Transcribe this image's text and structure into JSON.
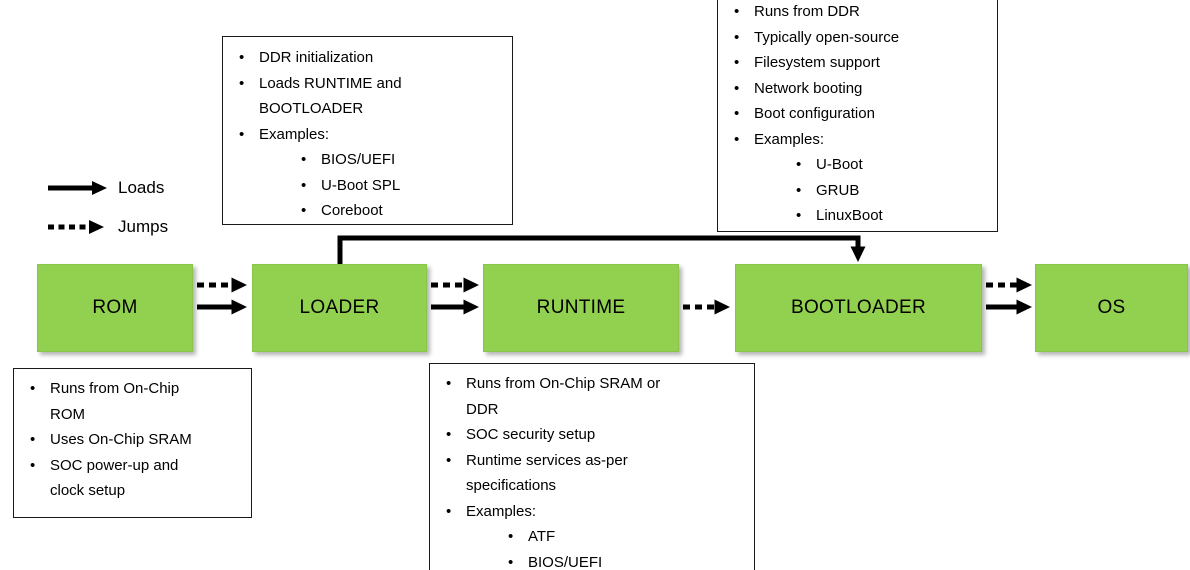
{
  "legend": {
    "loads_label": "Loads",
    "jumps_label": "Jumps"
  },
  "nodes": {
    "rom": "ROM",
    "loader": "LOADER",
    "runtime": "RUNTIME",
    "bootloader": "BOOTLOADER",
    "os": "OS"
  },
  "edges": [
    {
      "from": "ROM",
      "to": "LOADER",
      "types": [
        "Jumps",
        "Loads"
      ]
    },
    {
      "from": "LOADER",
      "to": "RUNTIME",
      "types": [
        "Jumps",
        "Loads"
      ]
    },
    {
      "from": "RUNTIME",
      "to": "BOOTLOADER",
      "types": [
        "Jumps"
      ]
    },
    {
      "from": "BOOTLOADER",
      "to": "OS",
      "types": [
        "Jumps",
        "Loads"
      ]
    },
    {
      "from": "LOADER",
      "to": "BOOTLOADER",
      "types": [
        "Loads"
      ],
      "route": "over-the-top"
    }
  ],
  "notes": {
    "loader": {
      "items": [
        {
          "level": 1,
          "text": "DDR initialization"
        },
        {
          "level": 1,
          "text": "Loads RUNTIME and BOOTLOADER"
        },
        {
          "level": 1,
          "text": "Examples:"
        },
        {
          "level": 2,
          "text": "BIOS/UEFI"
        },
        {
          "level": 2,
          "text": "U-Boot SPL"
        },
        {
          "level": 2,
          "text": "Coreboot"
        }
      ]
    },
    "bootloader": {
      "items": [
        {
          "level": 1,
          "text": "Runs from DDR"
        },
        {
          "level": 1,
          "text": "Typically open-source"
        },
        {
          "level": 1,
          "text": "Filesystem support"
        },
        {
          "level": 1,
          "text": "Network booting"
        },
        {
          "level": 1,
          "text": "Boot configuration"
        },
        {
          "level": 1,
          "text": "Examples:"
        },
        {
          "level": 2,
          "text": "U-Boot"
        },
        {
          "level": 2,
          "text": "GRUB"
        },
        {
          "level": 2,
          "text": "LinuxBoot"
        }
      ]
    },
    "rom": {
      "items": [
        {
          "level": 1,
          "text": "Runs from On-Chip ROM"
        },
        {
          "level": 1,
          "text": "Uses On-Chip SRAM"
        },
        {
          "level": 1,
          "text": "SOC power-up and clock setup"
        }
      ]
    },
    "runtime": {
      "items": [
        {
          "level": 1,
          "text": "Runs from On-Chip SRAM or DDR"
        },
        {
          "level": 1,
          "text": "SOC security setup"
        },
        {
          "level": 1,
          "text": "Runtime services as-per specifications"
        },
        {
          "level": 1,
          "text": "Examples:"
        },
        {
          "level": 2,
          "text": "ATF"
        },
        {
          "level": 2,
          "text": "BIOS/UEFI"
        }
      ]
    }
  },
  "colors": {
    "node_fill": "#92d050",
    "arrow": "#000000",
    "note_border": "#1a1a1a",
    "background": "#ffffff"
  }
}
